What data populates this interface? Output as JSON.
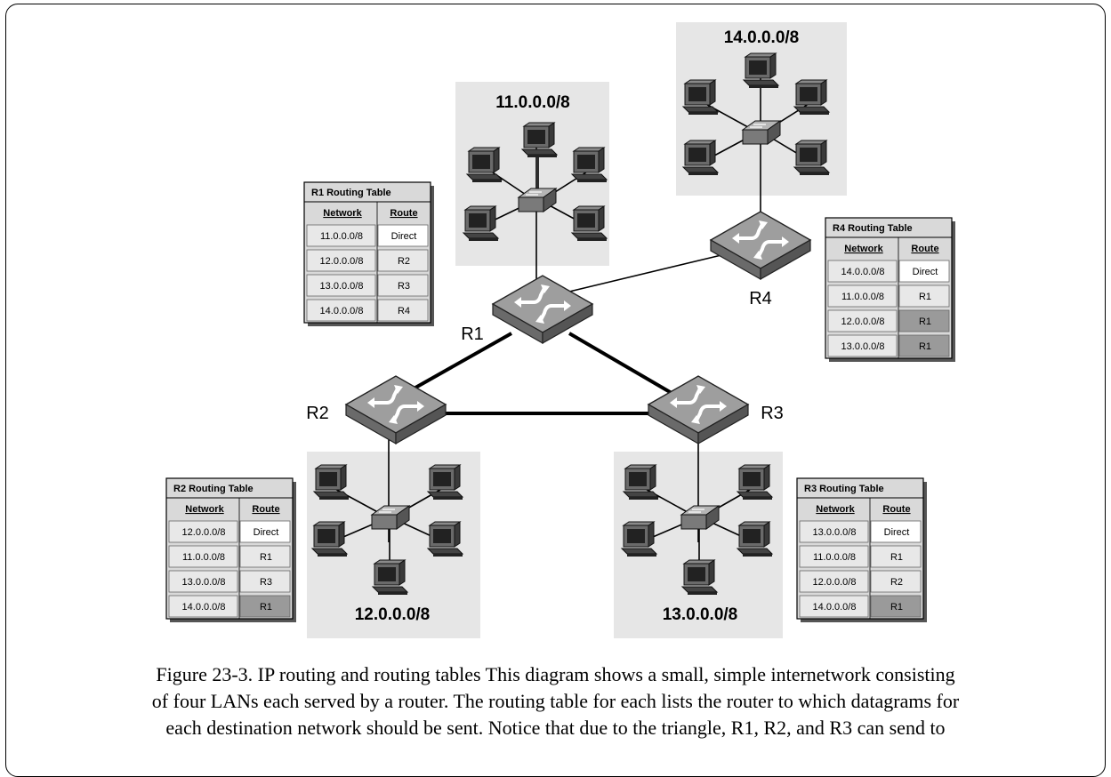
{
  "networks": {
    "n11": "11.0.0.0/8",
    "n12": "12.0.0.0/8",
    "n13": "13.0.0.0/8",
    "n14": "14.0.0.0/8"
  },
  "routers": {
    "r1": "R1",
    "r2": "R2",
    "r3": "R3",
    "r4": "R4"
  },
  "tables": {
    "r1": {
      "title": "R1 Routing Table",
      "headers": [
        "Network",
        "Route"
      ],
      "rows": [
        [
          "11.0.0.0/8",
          "Direct"
        ],
        [
          "12.0.0.0/8",
          "R2"
        ],
        [
          "13.0.0.0/8",
          "R3"
        ],
        [
          "14.0.0.0/8",
          "R4"
        ]
      ]
    },
    "r2": {
      "title": "R2 Routing Table",
      "headers": [
        "Network",
        "Route"
      ],
      "rows": [
        [
          "12.0.0.0/8",
          "Direct"
        ],
        [
          "11.0.0.0/8",
          "R1"
        ],
        [
          "13.0.0.0/8",
          "R3"
        ],
        [
          "14.0.0.0/8",
          "R1"
        ]
      ]
    },
    "r3": {
      "title": "R3 Routing Table",
      "headers": [
        "Network",
        "Route"
      ],
      "rows": [
        [
          "13.0.0.0/8",
          "Direct"
        ],
        [
          "11.0.0.0/8",
          "R1"
        ],
        [
          "12.0.0.0/8",
          "R2"
        ],
        [
          "14.0.0.0/8",
          "R1"
        ]
      ]
    },
    "r4": {
      "title": "R4 Routing Table",
      "headers": [
        "Network",
        "Route"
      ],
      "rows": [
        [
          "14.0.0.0/8",
          "Direct"
        ],
        [
          "11.0.0.0/8",
          "R1"
        ],
        [
          "12.0.0.0/8",
          "R1"
        ],
        [
          "13.0.0.0/8",
          "R1"
        ]
      ]
    }
  },
  "caption": {
    "line1": "Figure 23-3. IP routing and routing tables This diagram shows a small, simple internetwork consisting",
    "line2": "of four LANs each served by a router. The routing table for each lists the router to which datagrams for",
    "line3": "each destination network should be sent. Notice that due to the triangle, R1, R2, and R3 can send to"
  },
  "icons": {
    "router": "router-icon",
    "hub": "hub-icon",
    "computer": "computer-icon"
  },
  "colors": {
    "lan_background": "#e6e6e6",
    "router_fill": "#a0a0a0",
    "table_white": "#ffffff",
    "table_light": "#e8e8e8",
    "table_dark": "#9a9a9a"
  }
}
